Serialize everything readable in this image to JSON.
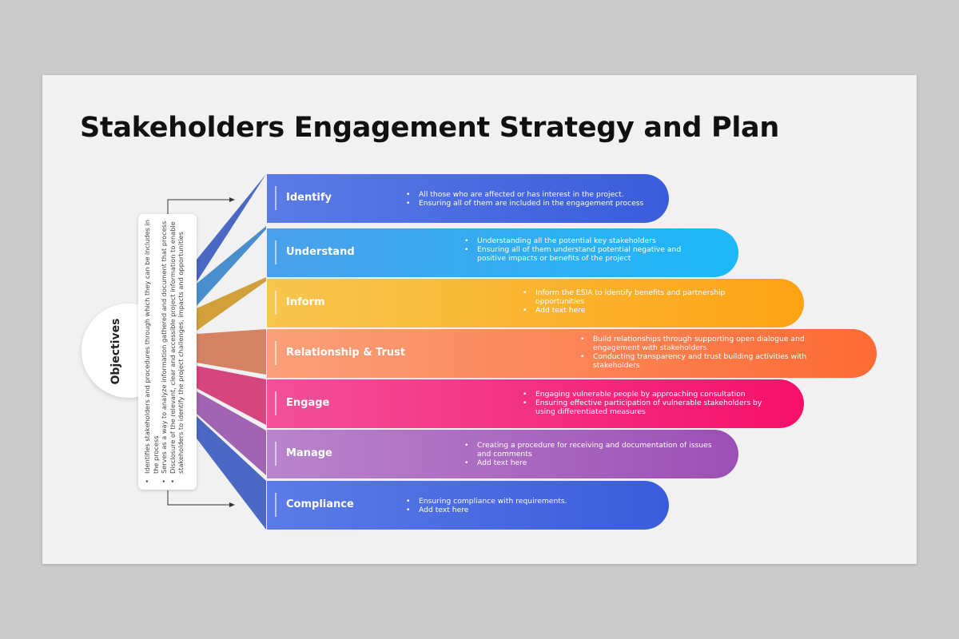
{
  "title": "Stakeholders Engagement Strategy and Plan",
  "objectives": {
    "label": "Objectives",
    "bullets": [
      "Identifies stakeholders and procedures through which they can be includes in the process",
      "Serves as a way to analyze information gathered and document that process",
      "Disclosure of the relevant, clear and accessible project information to enable stakeholders to identify the project challenges, impacts and opportunities"
    ]
  },
  "steps": [
    {
      "label": "Identify",
      "bullets": [
        "All those who are affected or has interest in the project.",
        "Ensuring all of them are included in the engagement process"
      ],
      "colors": [
        "#4f6fe0",
        "#3e5fd8"
      ]
    },
    {
      "label": "Understand",
      "bullets": [
        "Understanding all the potential key stakeholders",
        "Ensuring all of them understand potential negative and positive impacts or benefits of the project"
      ],
      "colors": [
        "#3f9ee8",
        "#22b4f5"
      ]
    },
    {
      "label": "Inform",
      "bullets": [
        "Inform the ESIA to identify benefits and partnership opportunities",
        "Add text here"
      ],
      "colors": [
        "#f5c243",
        "#fca61b"
      ]
    },
    {
      "label": "Relationship & Trust",
      "bullets": [
        "Build relationships through supporting open dialogue and engagement with stakeholders.",
        "Conducting transparency and trust building activities with stakeholders"
      ],
      "colors": [
        "#f9946a",
        "#fd6f38"
      ]
    },
    {
      "label": "Engage",
      "bullets": [
        "Engaging vulnerable people by approaching consultation",
        "Ensuring effective participation of vulnerable stakeholders by using differentiated measures"
      ],
      "colors": [
        "#f2458e",
        "#f5166e"
      ]
    },
    {
      "label": "Manage",
      "bullets": [
        "Creating a procedure for receiving and documentation of issues and comments",
        "Add text here"
      ],
      "colors": [
        "#b477c6",
        "#9f54b8"
      ]
    },
    {
      "label": "Compliance",
      "bullets": [
        "Ensuring compliance with requirements.",
        "Add text here"
      ],
      "colors": [
        "#4f6fe0",
        "#3c5ee0"
      ]
    }
  ]
}
